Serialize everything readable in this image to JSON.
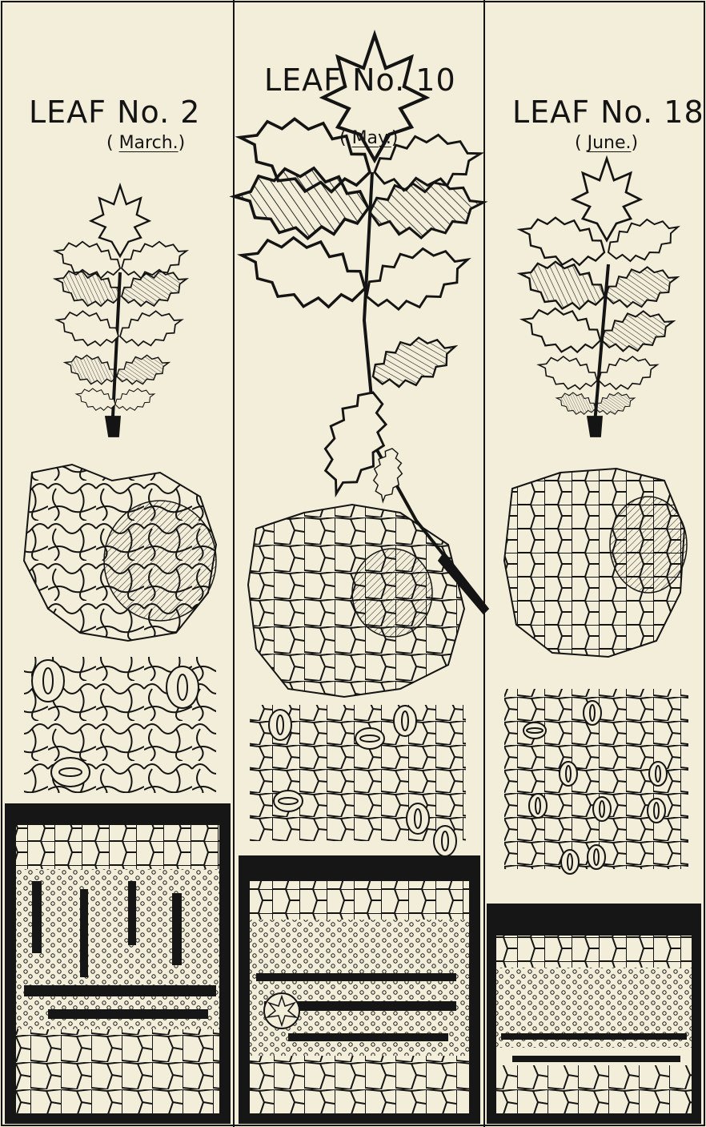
{
  "columns": [
    {
      "title": "LEAF No. 2",
      "month": "March."
    },
    {
      "title": "LEAF No. 10",
      "month": "May."
    },
    {
      "title": "LEAF No. 18",
      "month": "June."
    }
  ],
  "colors": {
    "paper": "#f3eed9",
    "ink": "#141414",
    "section_background": "#161616"
  },
  "icons": [
    "compound-leaf-icon",
    "cell-network-icon",
    "stomata-epidermis-icon",
    "leaf-cross-section-icon"
  ]
}
